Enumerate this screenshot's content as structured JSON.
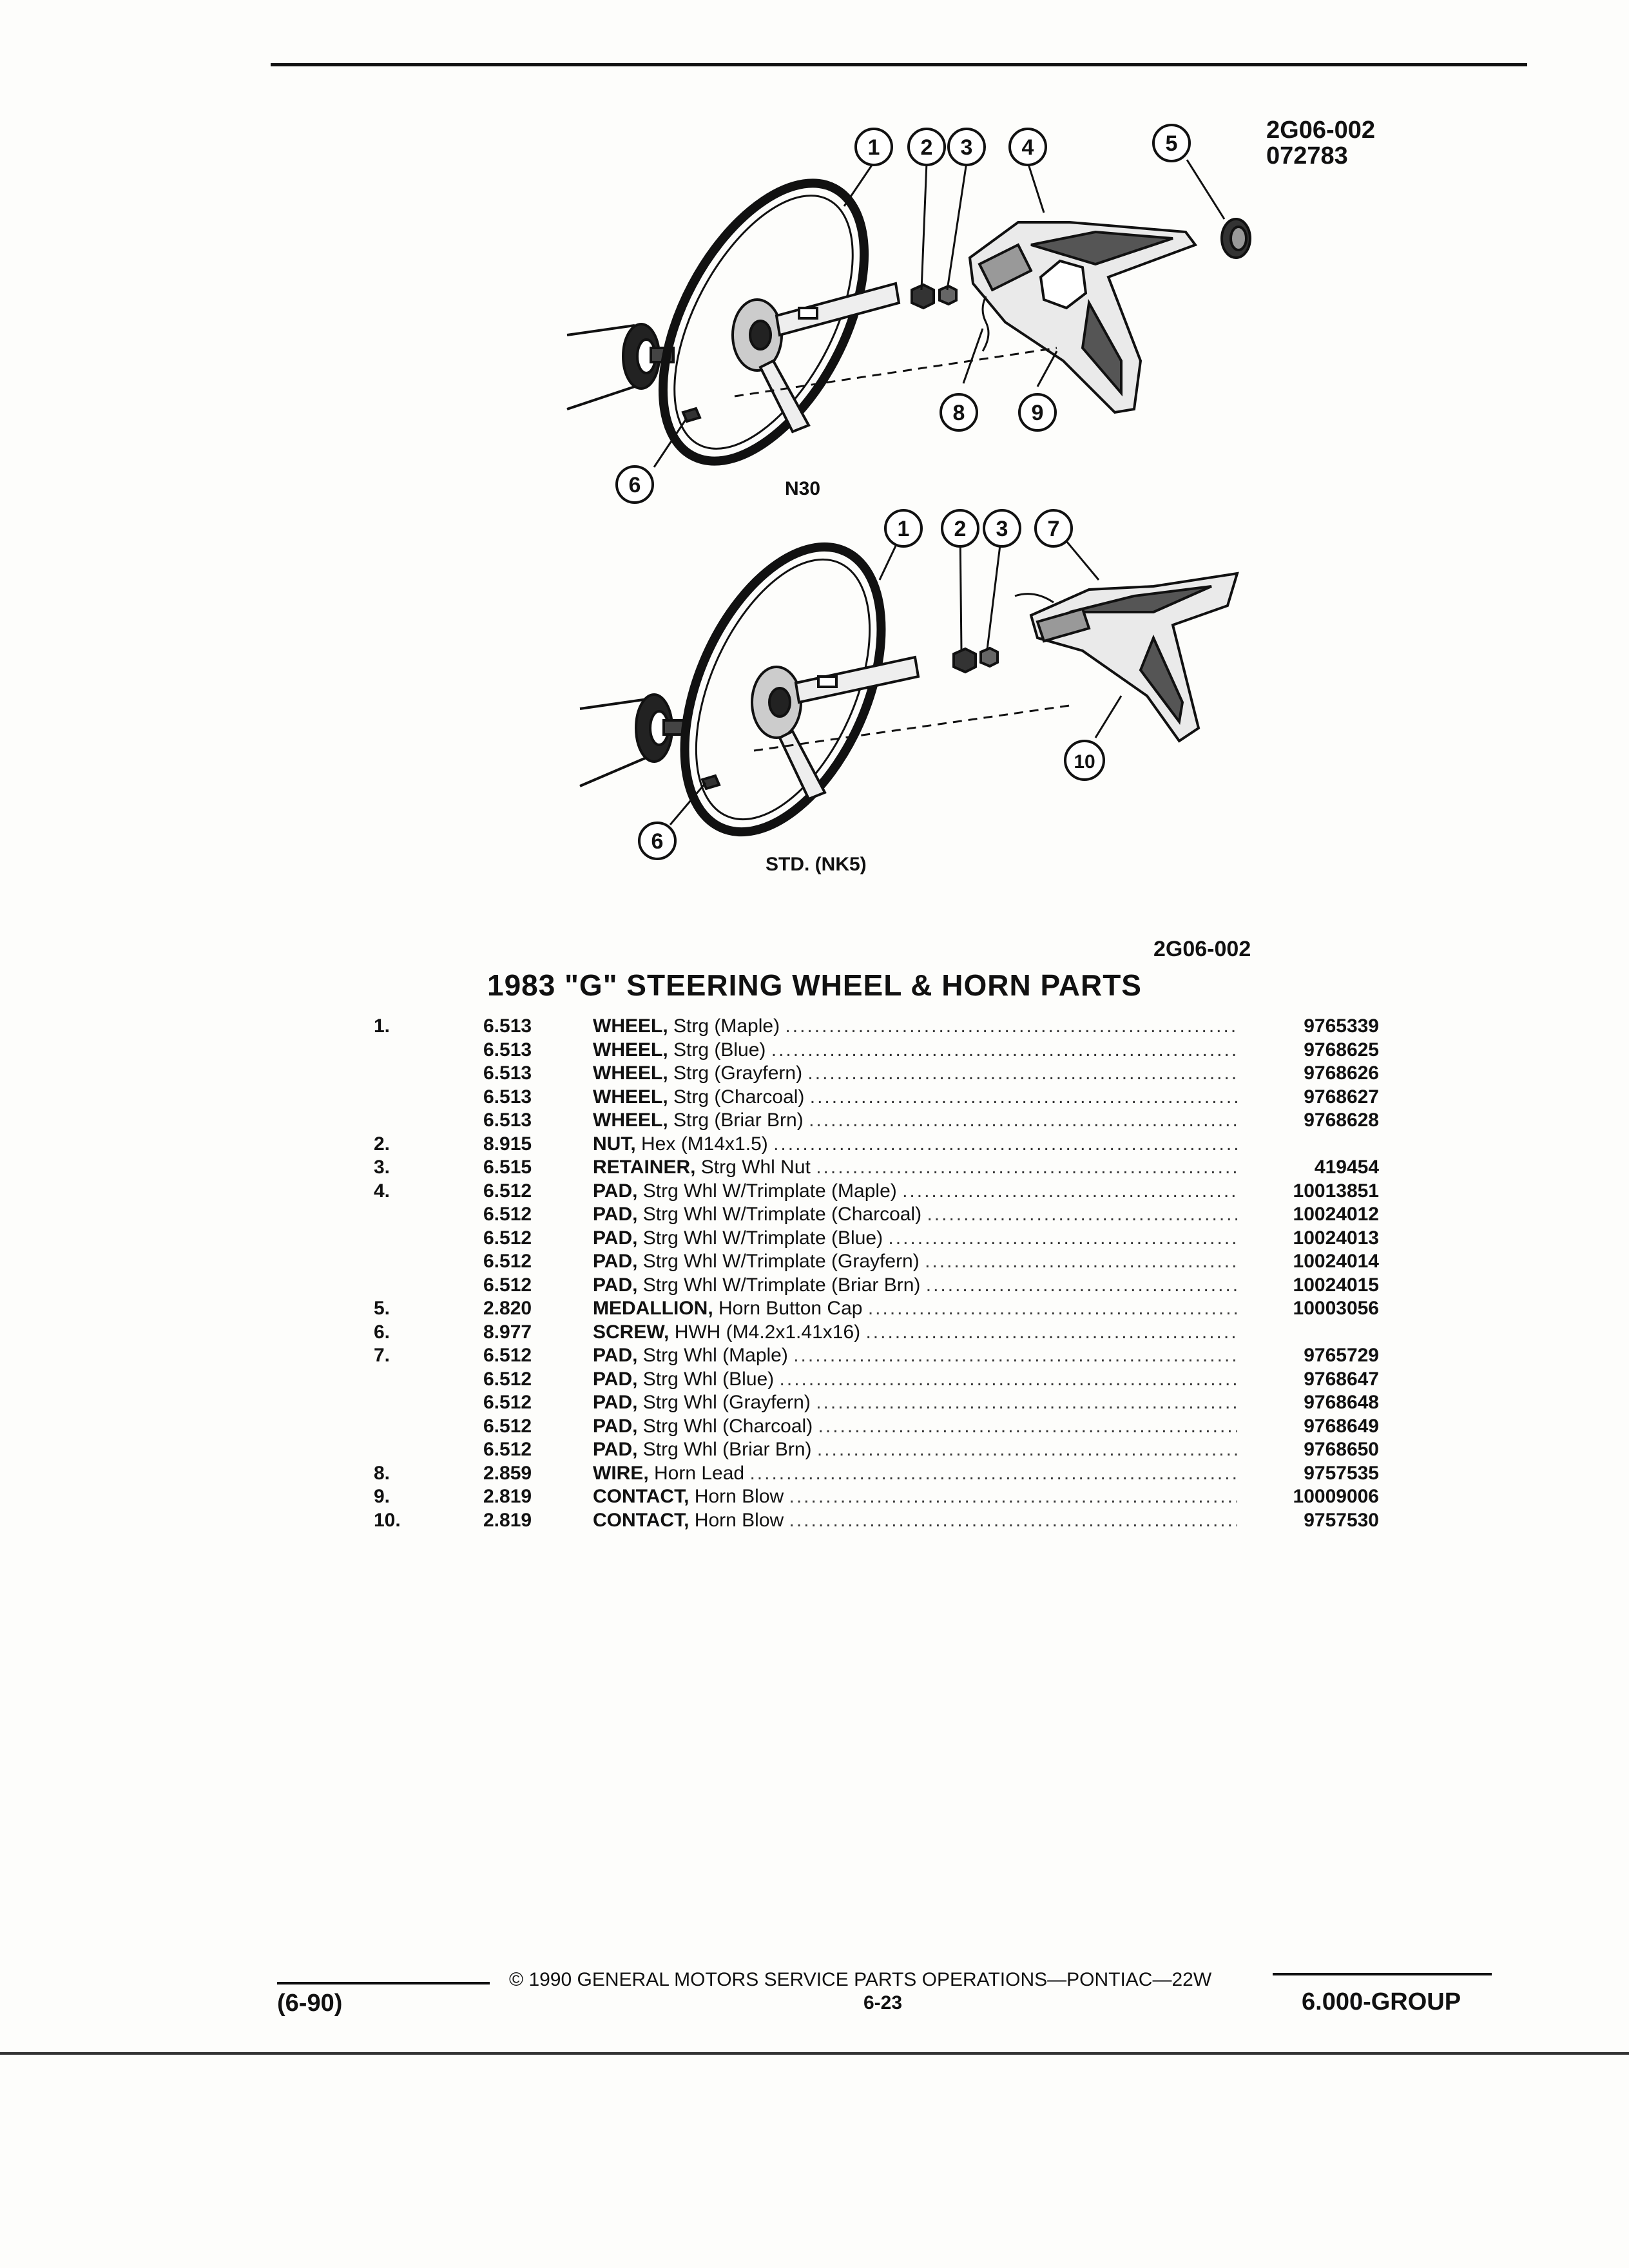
{
  "figure": {
    "code_top": "2G06-002",
    "date_code": "072783",
    "code_bottom": "2G06-002",
    "upper_label": "N30",
    "lower_label": "STD. (NK5)",
    "upper_callouts": [
      "1",
      "2",
      "3",
      "4",
      "5",
      "6",
      "8",
      "9"
    ],
    "lower_callouts": [
      "1",
      "2",
      "3",
      "7",
      "10",
      "6"
    ]
  },
  "title": "1983 \"G\" STEERING WHEEL & HORN PARTS",
  "parts": [
    {
      "ref": "1.",
      "group": "6.513",
      "name": "WHEEL,",
      "desc": "Strg (Maple)",
      "pn": "9765339"
    },
    {
      "ref": "",
      "group": "6.513",
      "name": "WHEEL,",
      "desc": "Strg (Blue)",
      "pn": "9768625"
    },
    {
      "ref": "",
      "group": "6.513",
      "name": "WHEEL,",
      "desc": "Strg (Grayfern)",
      "pn": "9768626"
    },
    {
      "ref": "",
      "group": "6.513",
      "name": "WHEEL,",
      "desc": "Strg (Charcoal)",
      "pn": "9768627"
    },
    {
      "ref": "",
      "group": "6.513",
      "name": "WHEEL,",
      "desc": "Strg (Briar Brn)",
      "pn": "9768628"
    },
    {
      "ref": "2.",
      "group": "8.915",
      "name": "NUT,",
      "desc": "Hex (M14x1.5)",
      "pn": ""
    },
    {
      "ref": "3.",
      "group": "6.515",
      "name": "RETAINER,",
      "desc": "Strg Whl Nut",
      "pn": "419454"
    },
    {
      "ref": "4.",
      "group": "6.512",
      "name": "PAD,",
      "desc": "Strg Whl W/Trimplate (Maple)",
      "pn": "10013851"
    },
    {
      "ref": "",
      "group": "6.512",
      "name": "PAD,",
      "desc": "Strg Whl W/Trimplate (Charcoal)",
      "pn": "10024012"
    },
    {
      "ref": "",
      "group": "6.512",
      "name": "PAD,",
      "desc": "Strg Whl W/Trimplate (Blue)",
      "pn": "10024013"
    },
    {
      "ref": "",
      "group": "6.512",
      "name": "PAD,",
      "desc": "Strg Whl W/Trimplate (Grayfern)",
      "pn": "10024014"
    },
    {
      "ref": "",
      "group": "6.512",
      "name": "PAD,",
      "desc": "Strg Whl W/Trimplate (Briar Brn)",
      "pn": "10024015"
    },
    {
      "ref": "5.",
      "group": "2.820",
      "name": "MEDALLION,",
      "desc": "Horn Button Cap",
      "pn": "10003056"
    },
    {
      "ref": "6.",
      "group": "8.977",
      "name": "SCREW,",
      "desc": "HWH (M4.2x1.41x16)",
      "pn": ""
    },
    {
      "ref": "7.",
      "group": "6.512",
      "name": "PAD,",
      "desc": "Strg Whl (Maple)",
      "pn": "9765729"
    },
    {
      "ref": "",
      "group": "6.512",
      "name": "PAD,",
      "desc": "Strg Whl (Blue)",
      "pn": "9768647"
    },
    {
      "ref": "",
      "group": "6.512",
      "name": "PAD,",
      "desc": "Strg Whl (Grayfern)",
      "pn": "9768648"
    },
    {
      "ref": "",
      "group": "6.512",
      "name": "PAD,",
      "desc": "Strg Whl (Charcoal)",
      "pn": "9768649"
    },
    {
      "ref": "",
      "group": "6.512",
      "name": "PAD,",
      "desc": "Strg Whl (Briar Brn)",
      "pn": "9768650"
    },
    {
      "ref": "8.",
      "group": "2.859",
      "name": "WIRE,",
      "desc": "Horn Lead",
      "pn": "9757535"
    },
    {
      "ref": "9.",
      "group": "2.819",
      "name": "CONTACT,",
      "desc": "Horn Blow",
      "pn": "10009006"
    },
    {
      "ref": "10.",
      "group": "2.819",
      "name": "CONTACT,",
      "desc": "Horn Blow",
      "pn": "9757530"
    }
  ],
  "footer": {
    "copyright": "© 1990 GENERAL MOTORS SERVICE PARTS OPERATIONS—PONTIAC—22W",
    "date": "(6-90)",
    "page": "6-23",
    "group": "6.000-GROUP"
  },
  "colors": {
    "ink": "#111111",
    "paper": "#fdfdfb"
  }
}
